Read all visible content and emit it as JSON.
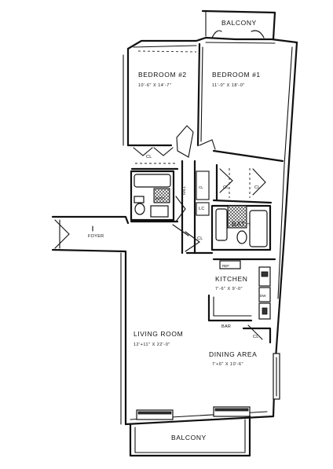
{
  "rooms": {
    "balcony_top": "BALCONY",
    "bedroom2": {
      "name": "BEDROOM #2",
      "size": "10'-6\" X 14'-7\""
    },
    "bedroom1": {
      "name": "BEDROOM #1",
      "size": "11'-0\" X 18'-0\""
    },
    "foyer": "FOYER",
    "hall": "HALL",
    "bath1": "BATH",
    "bath2": "BATH",
    "kitchen": {
      "name": "KITCHEN",
      "size": "7'-6\" X 9'-0\""
    },
    "living": {
      "name": "LIVING ROOM",
      "size": "12'+11\" X 22'-0\""
    },
    "dining": {
      "name": "DINING AREA",
      "size": "7'+6\" X 10'-6\""
    },
    "balcony_bottom": "BALCONY"
  },
  "fixtures": {
    "closet": "CL",
    "linen_closet": "LC",
    "refrigerator": "REF",
    "bar": "BAR",
    "dishwasher": "DW"
  }
}
